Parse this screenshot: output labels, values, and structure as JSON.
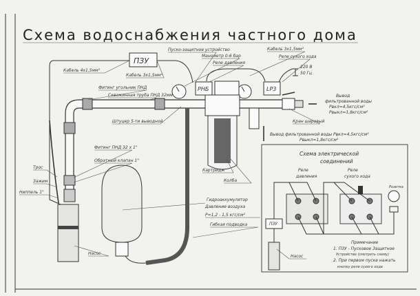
{
  "title": "Схема водоснабжения частного дома",
  "labels": {
    "pzu": "ПЗУ",
    "cable_4x": "Кабель 4х1,5мм²",
    "cable_3x_a": "Кабель 3х1,5мм²",
    "pzu_full": "Пуско-защитное устройство",
    "manometer": "Манометр 0-6 бар",
    "pressure_relay": "Реле давления",
    "cable_3x_b": "Кабель 3х1,5мм²",
    "dry_relay": "Реле сухого хода",
    "voltage": "220 В",
    "freq": "50 Гц",
    "rnb": "РНБ",
    "lp3": "LP3",
    "fitting_elbow": "Фитинг угольник ПНД",
    "well_pipe": "Скважинная труба ПНД 32мм",
    "fitting_5": "Штуцер 5-ти выводной",
    "outlet_1": "Вывод",
    "outlet_2": "фильтрованной воды",
    "outlet_3": "Рвкл=4,5кгс/см²",
    "outlet_4": "Рвыкл=1,8кгс/см²",
    "ball_valve": "Кран шаровый",
    "outlet_b1": "Вывод фильтрованной воды Рвкл=4,5кгс/см²",
    "outlet_b2": "Рвыкл=1,8кгс/см²",
    "fitting_pnd": "Фитинг ПНД 32 х 1\"",
    "check_valve": "Обратный клапан 1\"",
    "cable_rope": "Трос",
    "clamp": "Зажим",
    "nipple": "Ниппель 1\"",
    "cartridge": "Картридж",
    "flask": "Колба",
    "accum_1": "Гидроаккумулятор",
    "accum_2": "Давление воздуха",
    "accum_3": "Р=1,2 - 1,5 кгс/см²",
    "hose": "Гибкая подводка",
    "pump": "Насос"
  },
  "electric": {
    "title_1": "Схема электрической",
    "title_2": "соединений",
    "relay_p_1": "Реле",
    "relay_p_2": "давления",
    "relay_d_1": "Реле",
    "relay_d_2": "сухого хода",
    "socket": "Розетка",
    "pzu": "ПЗУ",
    "pump": "Насос",
    "note_title": "Примечание",
    "note_1": "1. ПЗУ - Пусковое Защитное",
    "note_1b": "Устройство (смотреть схему)",
    "note_2": "2. При первом пуске нажать",
    "note_2b": "кнопку реле сухого хода"
  }
}
